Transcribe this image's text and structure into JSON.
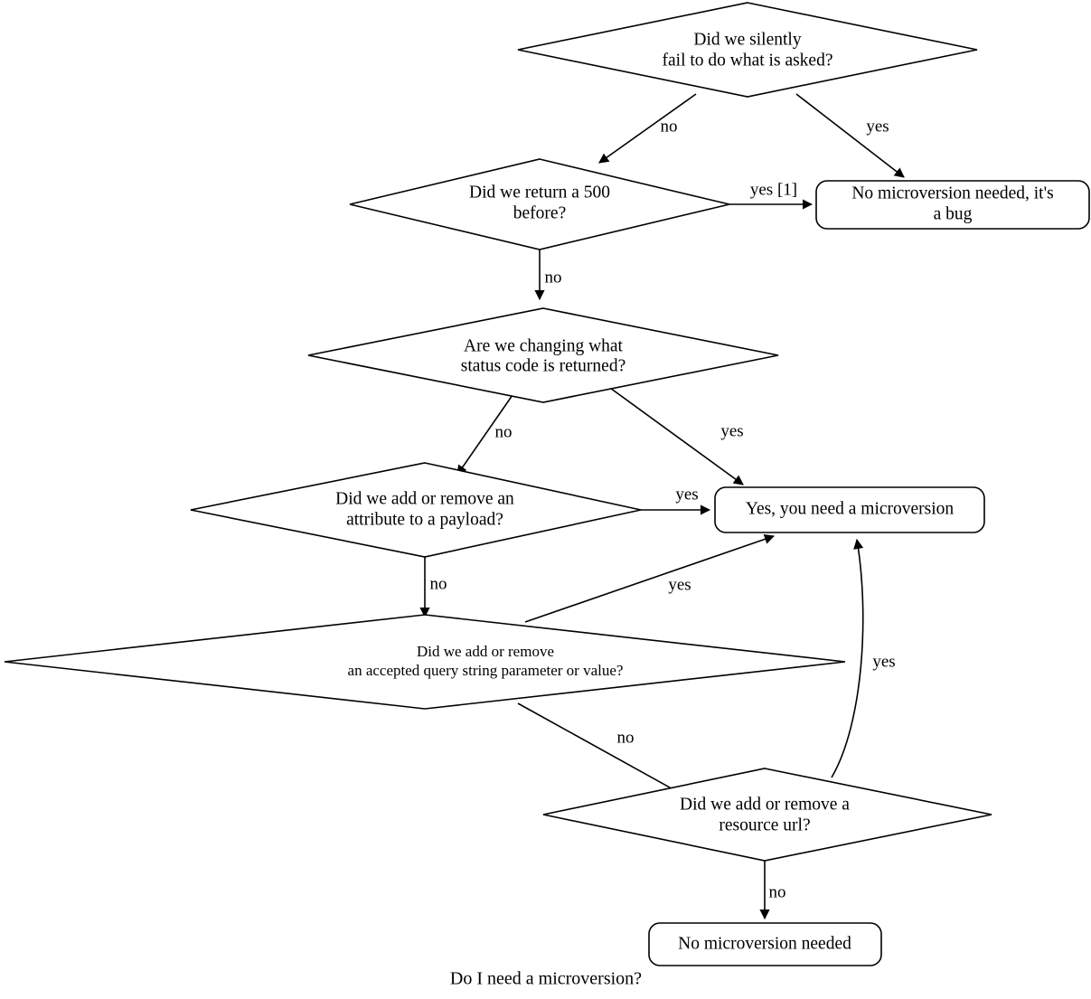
{
  "diagram": {
    "caption": "Do I need a microversion?",
    "background_color": "#ffffff",
    "line_color": "#000000",
    "nodes": [
      {
        "id": "silent-fail",
        "shape": "diamond",
        "line1": "Did we silently",
        "line2": "fail to do what is asked?"
      },
      {
        "id": "return-500",
        "shape": "diamond",
        "line1": "Did we return a 500",
        "line2": "before?"
      },
      {
        "id": "bug-box",
        "shape": "rounded-rect",
        "line1": "No microversion needed, it's",
        "line2": "a bug"
      },
      {
        "id": "status-code",
        "shape": "diamond",
        "line1": "Are we changing what",
        "line2": "status code is returned?"
      },
      {
        "id": "payload-attribute",
        "shape": "diamond",
        "line1": "Did we add or remove an",
        "line2": "attribute to a payload?"
      },
      {
        "id": "need-microversion",
        "shape": "rounded-rect",
        "line1": "Yes, you need a microversion",
        "line2": ""
      },
      {
        "id": "query-string",
        "shape": "diamond",
        "line1": "Did we add or remove",
        "line2": "an accepted query string parameter or value?"
      },
      {
        "id": "resource-url",
        "shape": "diamond",
        "line1": "Did we add or remove a",
        "line2": "resource url?"
      },
      {
        "id": "no-microversion",
        "shape": "rounded-rect",
        "line1": "No microversion needed",
        "line2": ""
      }
    ],
    "edges": [
      {
        "id": "e1",
        "from": "silent-fail",
        "to": "return-500",
        "label": "no"
      },
      {
        "id": "e2",
        "from": "silent-fail",
        "to": "bug-box",
        "label": "yes"
      },
      {
        "id": "e3",
        "from": "return-500",
        "to": "bug-box",
        "label": "yes [1]"
      },
      {
        "id": "e4",
        "from": "return-500",
        "to": "status-code",
        "label": "no"
      },
      {
        "id": "e5",
        "from": "status-code",
        "to": "payload-attribute",
        "label": "no"
      },
      {
        "id": "e6",
        "from": "status-code",
        "to": "need-microversion",
        "label": "yes"
      },
      {
        "id": "e7",
        "from": "payload-attribute",
        "to": "need-microversion",
        "label": "yes"
      },
      {
        "id": "e8",
        "from": "payload-attribute",
        "to": "query-string",
        "label": "no"
      },
      {
        "id": "e9",
        "from": "query-string",
        "to": "need-microversion",
        "label": "yes"
      },
      {
        "id": "e10",
        "from": "query-string",
        "to": "resource-url",
        "label": "no"
      },
      {
        "id": "e11",
        "from": "resource-url",
        "to": "need-microversion",
        "label": "yes"
      },
      {
        "id": "e12",
        "from": "resource-url",
        "to": "no-microversion",
        "label": "no"
      }
    ]
  }
}
